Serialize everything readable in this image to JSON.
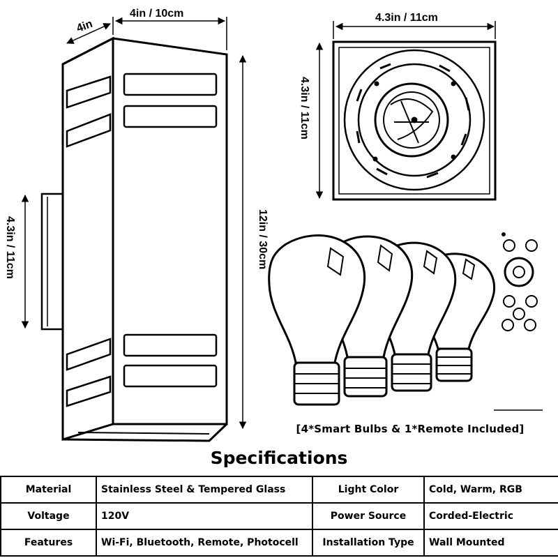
{
  "dimensions": {
    "depth": "4in",
    "width": "4in / 10cm",
    "backplate_width": "4.3in / 11cm",
    "backplate_height": "4.3in / 11cm",
    "mount_height": "4.3in / 11cm",
    "height": "12in / 30cm"
  },
  "note": "[4*Smart Bulbs & 1*Remote Included]",
  "specs_title": "Specifications",
  "specs": [
    {
      "k1": "Material",
      "v1": "Stainless Steel & Tempered Glass",
      "k2": "Light Color",
      "v2": "Cold, Warm, RGB"
    },
    {
      "k1": "Voltage",
      "v1": "120V",
      "k2": "Power Source",
      "v2": "Corded-Electric"
    },
    {
      "k1": "Features",
      "v1": "Wi-Fi, Bluetooth, Remote, Photocell",
      "k2": "Installation Type",
      "v2": "Wall Mounted"
    }
  ]
}
